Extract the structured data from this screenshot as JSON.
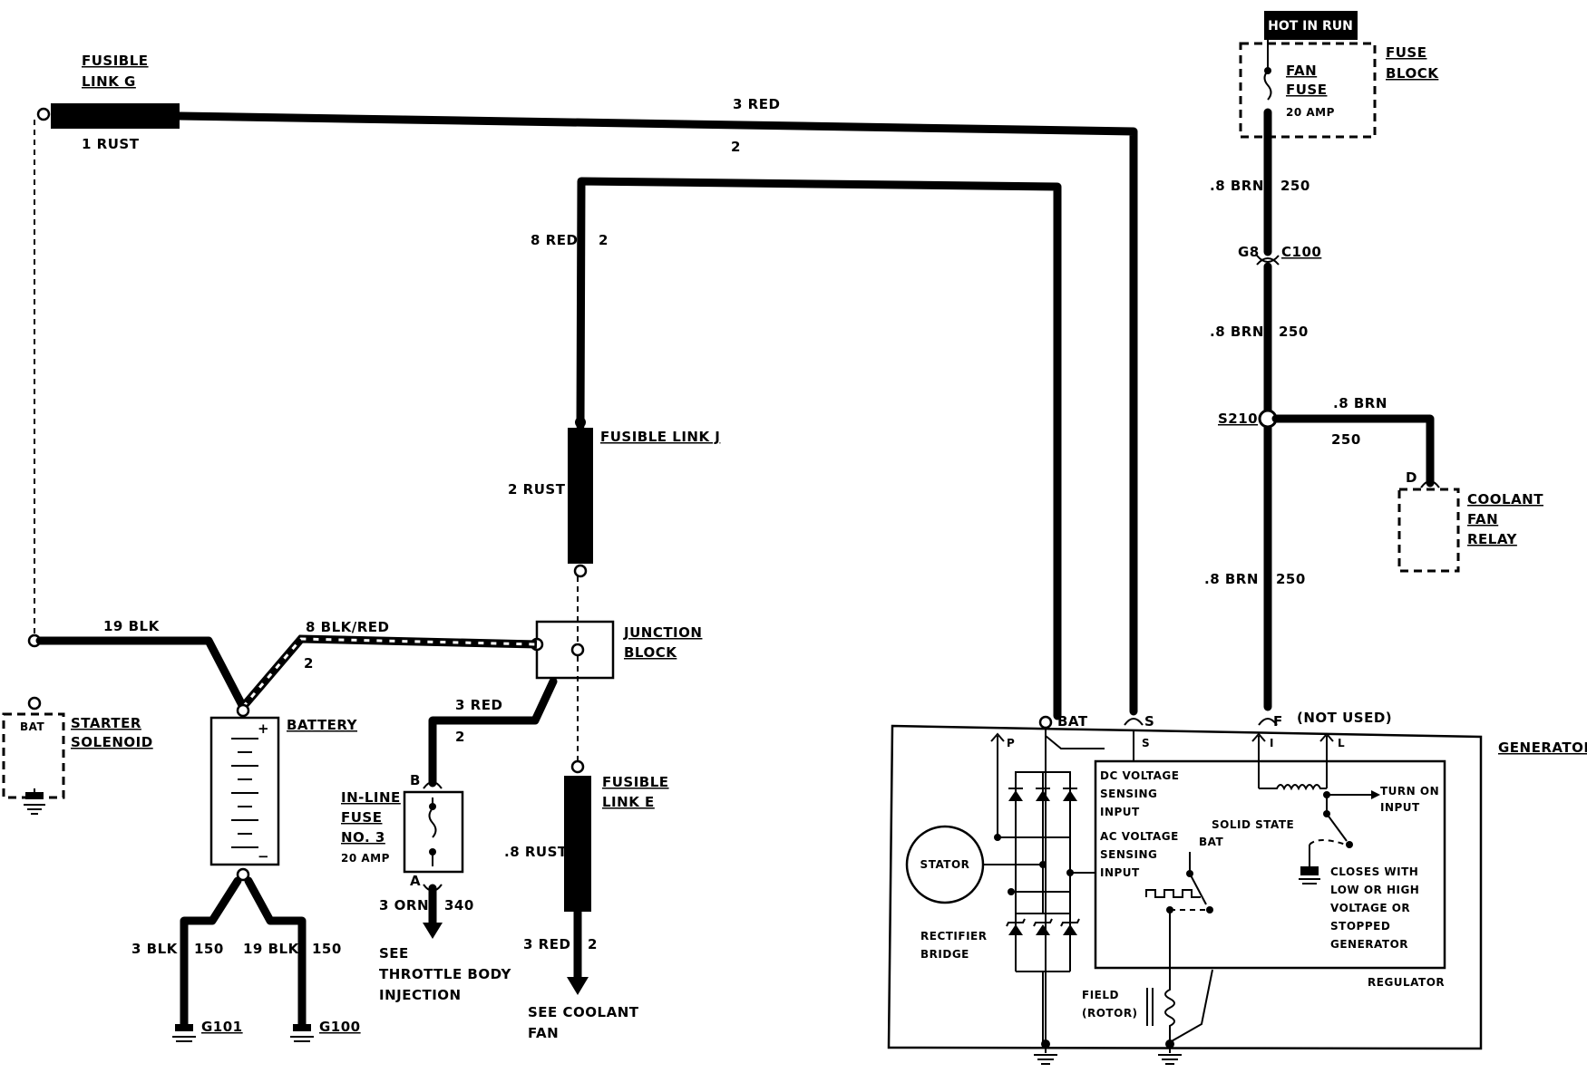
{
  "top": {
    "hot_in_run": "HOT IN RUN"
  },
  "fusible_link_g": {
    "line1": "FUSIBLE",
    "line2": "LINK G",
    "wire": "1 RUST"
  },
  "wire_top": {
    "color": "3 RED",
    "circuit": "2"
  },
  "wire_8red": {
    "color": "8 RED",
    "circuit": "2"
  },
  "fusible_link_j": {
    "label": "FUSIBLE LINK J",
    "wire": "2 RUST"
  },
  "fuse_block": {
    "line1": "FUSE",
    "line2": "BLOCK",
    "fuse_line1": "FAN",
    "fuse_line2": "FUSE",
    "rating": "20 AMP"
  },
  "brn_wire": {
    "w1": ".8 BRN",
    "c1": "250",
    "g8": "G8",
    "c100": "C100",
    "w2": ".8 BRN",
    "c2": "250",
    "s210": "S210",
    "w3": ".8 BRN",
    "c3": "250",
    "w4": ".8 BRN",
    "c4": "250"
  },
  "coolant_fan_relay": {
    "pin": "D",
    "line1": "COOLANT",
    "line2": "FAN",
    "line3": "RELAY"
  },
  "battery": {
    "ground_wire": "19 BLK",
    "pos_wire": "8 BLK/RED",
    "pos_circuit": "2",
    "label": "BATTERY",
    "plus": "+",
    "minus": "−",
    "g1_wire": "3 BLK",
    "g1_circuit": "150",
    "g2_wire": "19 BLK",
    "g2_circuit": "150",
    "g101": "G101",
    "g100": "G100"
  },
  "starter": {
    "bat": "BAT",
    "line1": "STARTER",
    "line2": "SOLENOID"
  },
  "junction_block": {
    "line1": "JUNCTION",
    "line2": "BLOCK"
  },
  "inline_fuse": {
    "wire_in": "3 RED",
    "circuit_in": "2",
    "pin_b": "B",
    "pin_a": "A",
    "line1": "IN-LINE",
    "line2": "FUSE",
    "line3": "NO. 3",
    "rating": "20 AMP",
    "wire_out": "3 ORN",
    "circuit_out": "340",
    "see1": "SEE",
    "see2": "THROTTLE BODY",
    "see3": "INJECTION"
  },
  "fusible_link_e": {
    "line1": "FUSIBLE",
    "line2": "LINK E",
    "wire": ".8 RUST",
    "out_wire": "3 RED",
    "out_circuit": "2",
    "see1": "SEE COOLANT",
    "see2": "FAN"
  },
  "generator": {
    "title": "GENERATOR",
    "bat": "BAT",
    "s_top": "S",
    "s_inner": "S",
    "f": "F",
    "not_used": "(NOT USED)",
    "p": "P",
    "i": "I",
    "l": "L",
    "stator": "STATOR",
    "rect1": "RECTIFIER",
    "rect2": "BRIDGE",
    "dc1": "DC VOLTAGE",
    "dc2": "SENSING",
    "dc3": "INPUT",
    "ac1": "AC VOLTAGE",
    "ac2": "SENSING",
    "ac3": "INPUT",
    "ss1": "SOLID STATE",
    "ss_bat": "BAT",
    "turn1": "TURN ON",
    "turn2": "INPUT",
    "cl1": "CLOSES WITH",
    "cl2": "LOW OR HIGH",
    "cl3": "VOLTAGE OR",
    "cl4": "STOPPED",
    "cl5": "GENERATOR",
    "regulator": "REGULATOR",
    "field1": "FIELD",
    "field2": "(ROTOR)"
  }
}
